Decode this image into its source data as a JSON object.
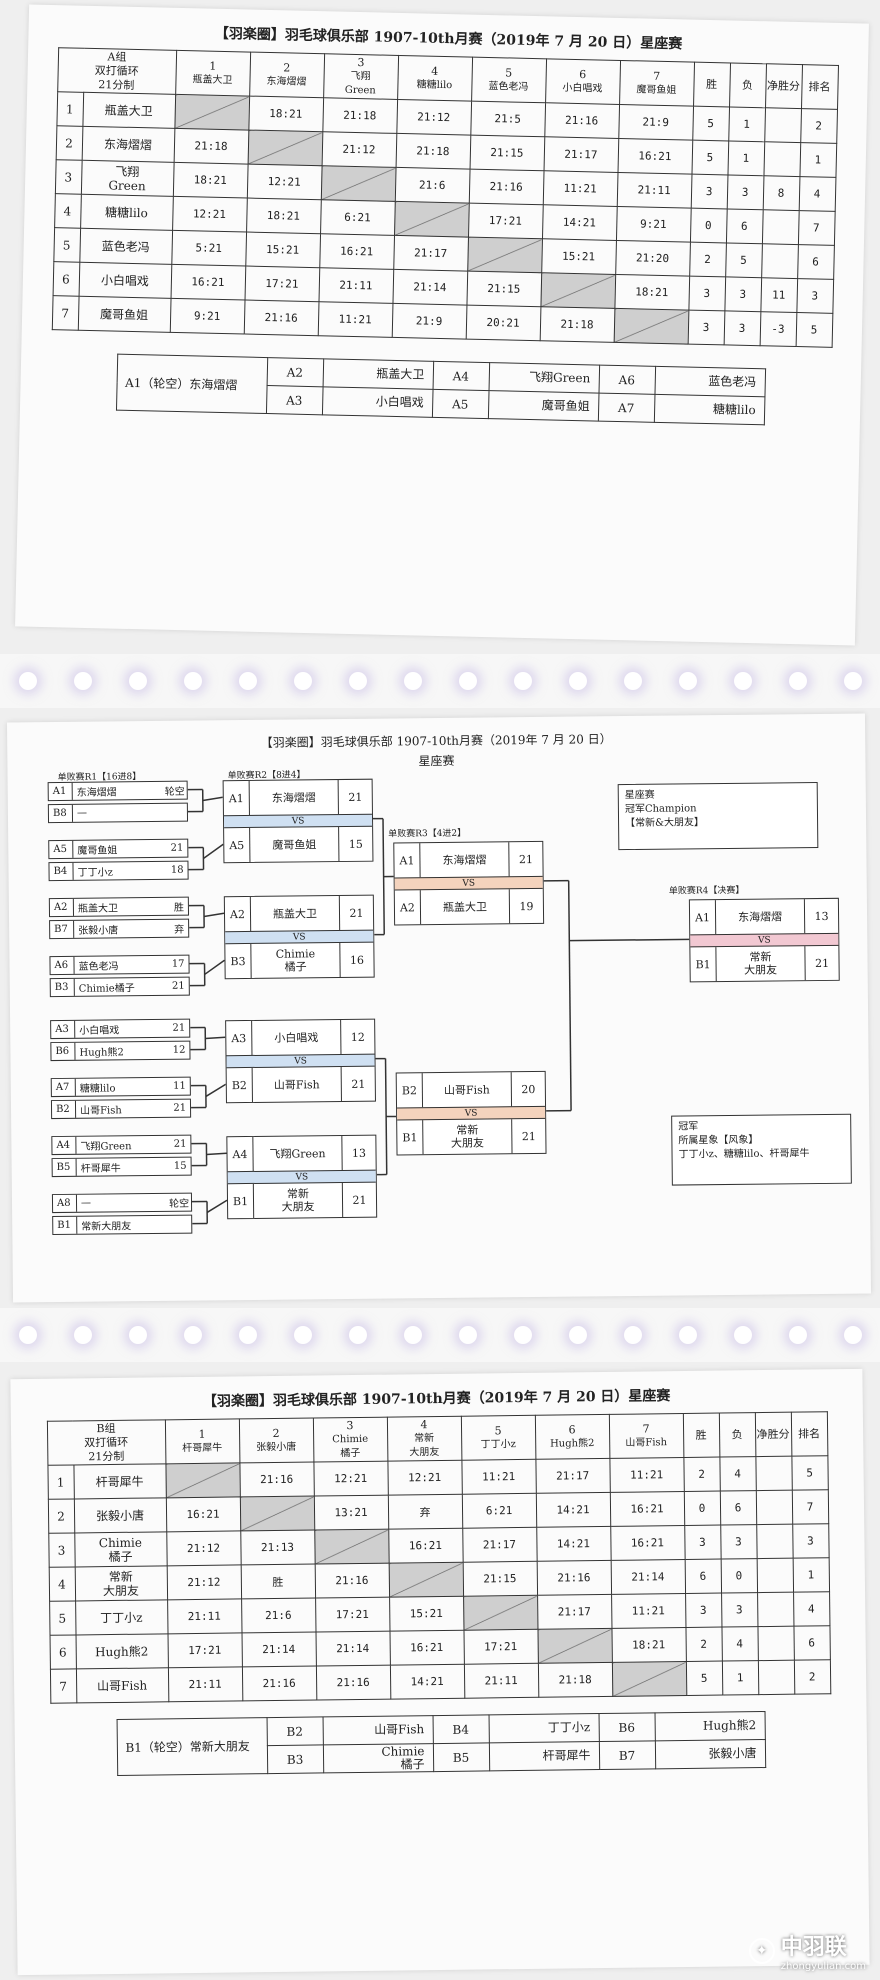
{
  "groupA": {
    "title": "【羽楽圈】羽毛球俱乐部 1907-10th月赛（2019年 7 月 20 日）星座赛",
    "corner": "A组\n双打循环\n21分制",
    "players": [
      "瓶盖大卫",
      "东海熠熠",
      "飞翔\nGreen",
      "糖糖lilo",
      "蓝色老冯",
      "小白唱戏",
      "魔哥鱼姐"
    ],
    "row_names": [
      "瓶盖大卫",
      "东海熠熠",
      "飞翔\nGreen",
      "糖糖lilo",
      "蓝色老冯",
      "小白唱戏",
      "魔哥鱼姐"
    ],
    "stat_headers": [
      "胜",
      "负",
      "净胜分",
      "排名"
    ],
    "scores": [
      [
        "",
        "18:21",
        "21:18",
        "21:12",
        "21:5",
        "21:16",
        "21:9"
      ],
      [
        "21:18",
        "",
        "21:12",
        "21:18",
        "21:15",
        "21:17",
        "16:21"
      ],
      [
        "18:21",
        "12:21",
        "",
        "21:6",
        "21:16",
        "11:21",
        "21:11"
      ],
      [
        "12:21",
        "18:21",
        "6:21",
        "",
        "17:21",
        "14:21",
        "9:21"
      ],
      [
        "5:21",
        "15:21",
        "16:21",
        "21:17",
        "",
        "15:21",
        "21:20"
      ],
      [
        "16:21",
        "17:21",
        "21:11",
        "21:14",
        "21:15",
        "",
        "18:21"
      ],
      [
        "9:21",
        "21:16",
        "11:21",
        "21:9",
        "20:21",
        "21:18",
        ""
      ]
    ],
    "stats": [
      [
        "5",
        "1",
        "",
        "2"
      ],
      [
        "5",
        "1",
        "",
        "1"
      ],
      [
        "3",
        "3",
        "8",
        "4"
      ],
      [
        "0",
        "6",
        "",
        "7"
      ],
      [
        "2",
        "5",
        "",
        "6"
      ],
      [
        "3",
        "3",
        "11",
        "3"
      ],
      [
        "3",
        "3",
        "-3",
        "5"
      ]
    ],
    "schedule": {
      "bye": "A1（轮空）东海熠熠",
      "pairs": [
        [
          "A2",
          "瓶盖大卫",
          "A4",
          "飞翔Green",
          "A6",
          "蓝色老冯"
        ],
        [
          "A3",
          "小白唱戏",
          "A5",
          "魔哥鱼姐",
          "A7",
          "糖糖lilo"
        ]
      ]
    }
  },
  "bracket": {
    "title": "【羽楽圈】羽毛球俱乐部 1907-10th月赛（2019年 7 月 20 日）",
    "subtitle": "星座赛",
    "r1_label": "单败赛R1【16进8】",
    "r2_label": "单败赛R2【8进4】",
    "r3_label": "单败赛R3【4进2】",
    "r4_label": "单败赛R4【决赛】",
    "vs": "VS",
    "r1": [
      [
        [
          "A1",
          "东海熠熠",
          "轮空"
        ],
        [
          "B8",
          "—",
          ""
        ]
      ],
      [
        [
          "A5",
          "魔哥鱼姐",
          "21"
        ],
        [
          "B4",
          "丁丁小z",
          "18"
        ]
      ],
      [
        [
          "A2",
          "瓶盖大卫",
          "胜"
        ],
        [
          "B7",
          "张毅小唐",
          "弃"
        ]
      ],
      [
        [
          "A6",
          "蓝色老冯",
          "17"
        ],
        [
          "B3",
          "Chimie橘子",
          "21"
        ]
      ],
      [
        [
          "A3",
          "小白唱戏",
          "21"
        ],
        [
          "B6",
          "Hugh熊2",
          "12"
        ]
      ],
      [
        [
          "A7",
          "糖糖lilo",
          "11"
        ],
        [
          "B2",
          "山哥Fish",
          "21"
        ]
      ],
      [
        [
          "A4",
          "飞翔Green",
          "21"
        ],
        [
          "B5",
          "杆哥犀牛",
          "15"
        ]
      ],
      [
        [
          "A8",
          "—",
          "轮空"
        ],
        [
          "B1",
          "常新大朋友",
          ""
        ]
      ]
    ],
    "r2": [
      [
        [
          "A1",
          "东海熠熠",
          "21"
        ],
        [
          "A5",
          "魔哥鱼姐",
          "15"
        ]
      ],
      [
        [
          "A2",
          "瓶盖大卫",
          "21"
        ],
        [
          "B3",
          "Chimie\n橘子",
          "16"
        ]
      ],
      [
        [
          "A3",
          "小白唱戏",
          "12"
        ],
        [
          "B2",
          "山哥Fish",
          "21"
        ]
      ],
      [
        [
          "A4",
          "飞翔Green",
          "13"
        ],
        [
          "B1",
          "常新\n大朋友",
          "21"
        ]
      ]
    ],
    "r3": [
      [
        [
          "A1",
          "东海熠熠",
          "21"
        ],
        [
          "A2",
          "瓶盖大卫",
          "19"
        ]
      ],
      [
        [
          "B2",
          "山哥Fish",
          "20"
        ],
        [
          "B1",
          "常新\n大朋友",
          "21"
        ]
      ]
    ],
    "r4": [
      [
        "A1",
        "东海熠熠",
        "13"
      ],
      [
        "B1",
        "常新\n大朋友",
        "21"
      ]
    ],
    "note1": "星座赛\n冠军Champion\n【常新&大朋友】",
    "note2": "冠军\n所属星象【风象】\n丁丁小z、糖糖lilo、杆哥犀牛"
  },
  "groupB": {
    "title": "【羽楽圈】羽毛球俱乐部 1907-10th月赛（2019年 7 月 20 日）星座赛",
    "corner": "B组\n双打循环\n21分制",
    "players": [
      "杆哥犀牛",
      "张毅小唐",
      "Chimie\n橘子",
      "常新\n大朋友",
      "丁丁小z",
      "Hugh熊2",
      "山哥Fish"
    ],
    "row_names": [
      "杆哥犀牛",
      "张毅小唐",
      "Chimie\n橘子",
      "常新\n大朋友",
      "丁丁小z",
      "Hugh熊2",
      "山哥Fish"
    ],
    "stat_headers": [
      "胜",
      "负",
      "净胜分",
      "排名"
    ],
    "scores": [
      [
        "",
        "21:16",
        "12:21",
        "12:21",
        "11:21",
        "21:17",
        "11:21"
      ],
      [
        "16:21",
        "",
        "13:21",
        "弃",
        "6:21",
        "14:21",
        "16:21"
      ],
      [
        "21:12",
        "21:13",
        "",
        "16:21",
        "21:17",
        "14:21",
        "16:21"
      ],
      [
        "21:12",
        "胜",
        "21:16",
        "",
        "21:15",
        "21:16",
        "21:14"
      ],
      [
        "21:11",
        "21:6",
        "17:21",
        "15:21",
        "",
        "21:17",
        "11:21"
      ],
      [
        "17:21",
        "21:14",
        "21:14",
        "16:21",
        "17:21",
        "",
        "18:21"
      ],
      [
        "21:11",
        "21:16",
        "21:16",
        "14:21",
        "21:11",
        "21:18",
        ""
      ]
    ],
    "stats": [
      [
        "2",
        "4",
        "",
        "5"
      ],
      [
        "0",
        "6",
        "",
        "7"
      ],
      [
        "3",
        "3",
        "",
        "3"
      ],
      [
        "6",
        "0",
        "",
        "1"
      ],
      [
        "3",
        "3",
        "",
        "4"
      ],
      [
        "2",
        "4",
        "",
        "6"
      ],
      [
        "5",
        "1",
        "",
        "2"
      ]
    ],
    "schedule": {
      "bye": "B1（轮空）常新大朋友",
      "pairs": [
        [
          "B2",
          "山哥Fish",
          "B4",
          "丁丁小z",
          "B6",
          "Hugh熊2"
        ],
        [
          "B3",
          "Chimie\n橘子",
          "B5",
          "杆哥犀牛",
          "B7",
          "张毅小唐"
        ]
      ]
    }
  },
  "logo": {
    "name": "中羽联",
    "url": "zhongyulian.com"
  }
}
